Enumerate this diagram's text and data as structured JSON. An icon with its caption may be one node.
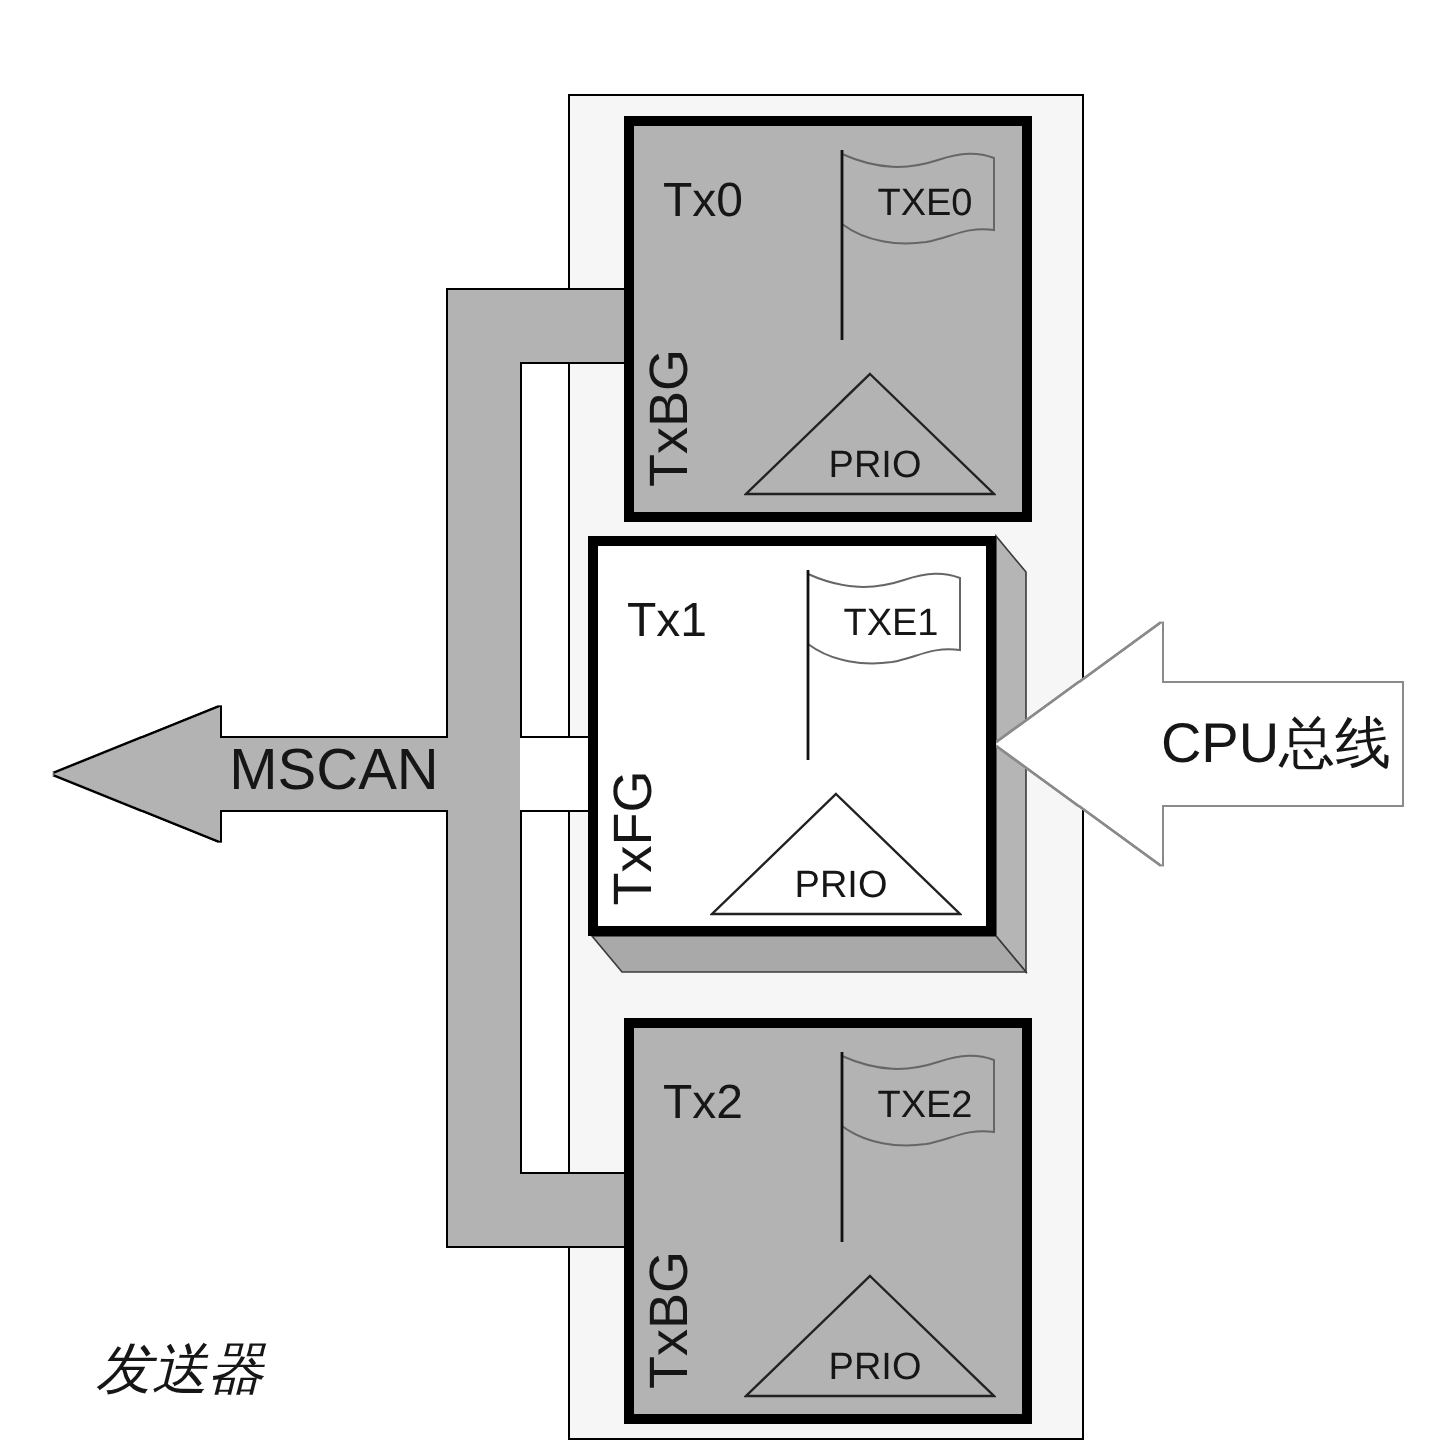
{
  "diagram": {
    "nodes": [
      {
        "text": [],
        "shape": "box"
      },
      {
        "text": [
          "Tx0",
          "TxBG"
        ],
        "in": 0
      },
      {
        "text": [
          "TXE0"
        ],
        "in": 1
      },
      {
        "text": [
          "PRIO"
        ],
        "in": 1
      },
      {
        "text": [
          "Tx1",
          "TxFG"
        ],
        "in": 0
      },
      {
        "text": [
          "TXE1"
        ],
        "in": 4
      },
      {
        "text": [
          "PRIO"
        ],
        "in": 4
      },
      {
        "text": [
          "Tx2",
          "TxBG"
        ],
        "in": 0
      },
      {
        "text": [
          "TXE2"
        ],
        "in": 7
      },
      {
        "text": [
          "PRIO"
        ],
        "in": 7
      }
    ],
    "edges": [
      {
        "from": 1,
        "to": null,
        "arrow": "to"
      },
      {
        "from": 4,
        "to": null,
        "arrow": "to",
        "label": "MSCAN"
      },
      {
        "from": 7,
        "to": null,
        "arrow": "to"
      },
      {
        "from": null,
        "to": 4,
        "arrow": "to",
        "label": "CPU总线",
        "color": "#ffffff"
      }
    ],
    "labels": [
      "发送器"
    ]
  }
}
